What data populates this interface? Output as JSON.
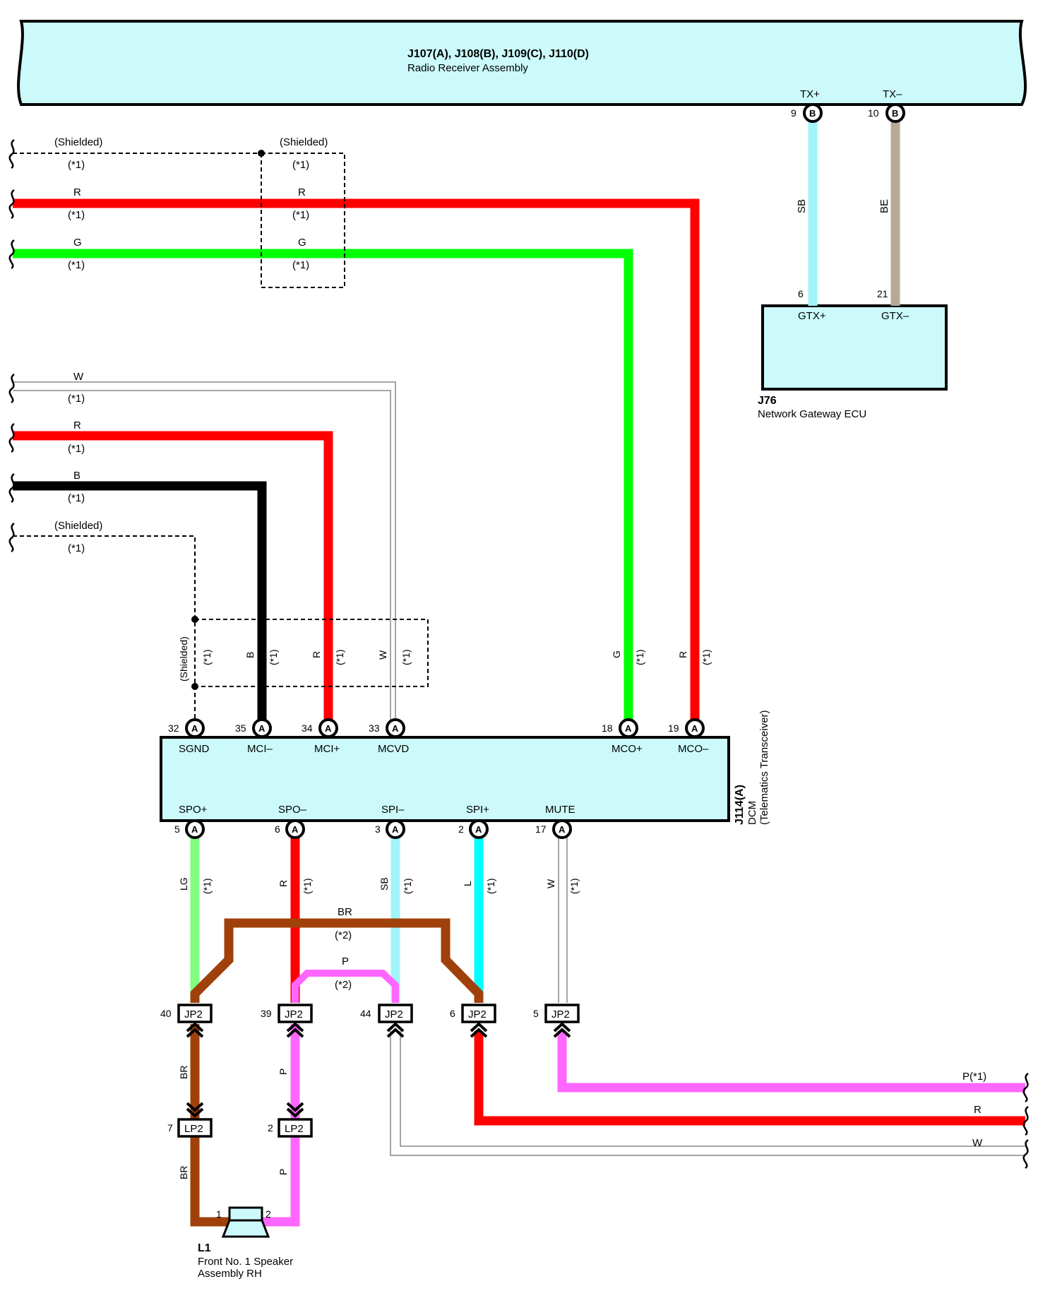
{
  "radio": {
    "id": "J107(A), J108(B), J109(C), J110(D)",
    "name": "Radio Receiver Assembly"
  },
  "radio_pins": [
    {
      "num": "9",
      "conn": "B",
      "label": "TX+"
    },
    {
      "num": "10",
      "conn": "B",
      "label": "TX–"
    }
  ],
  "gateway": {
    "id": "J76",
    "name": "Network Gateway ECU",
    "pin1_num": "6",
    "pin1_label": "GTX+",
    "pin2_num": "21",
    "pin2_label": "GTX–"
  },
  "gateway_wires": [
    "SB",
    "BE"
  ],
  "dcm": {
    "id": "J114(A)",
    "name": "DCM",
    "sub": "(Telematics Transceiver)"
  },
  "dcm_top_pins": [
    {
      "num": "32",
      "conn": "A",
      "label": "SGND"
    },
    {
      "num": "35",
      "conn": "A",
      "label": "MCI–"
    },
    {
      "num": "34",
      "conn": "A",
      "label": "MCI+"
    },
    {
      "num": "33",
      "conn": "A",
      "label": "MCVD"
    },
    {
      "num": "18",
      "conn": "A",
      "label": "MCO+"
    },
    {
      "num": "19",
      "conn": "A",
      "label": "MCO–"
    }
  ],
  "dcm_bottom_pins": [
    {
      "num": "5",
      "conn": "A",
      "label": "SPO+"
    },
    {
      "num": "6",
      "conn": "A",
      "label": "SPO–"
    },
    {
      "num": "3",
      "conn": "A",
      "label": "SPI–"
    },
    {
      "num": "2",
      "conn": "A",
      "label": "SPI+"
    },
    {
      "num": "17",
      "conn": "A",
      "label": "MUTE"
    }
  ],
  "left_wires": [
    {
      "color_code": "(Shielded)",
      "note": "(*1)"
    },
    {
      "color_code": "R",
      "note": "(*1)"
    },
    {
      "color_code": "G",
      "note": "(*1)"
    },
    {
      "color_code": "W",
      "note": "(*1)"
    },
    {
      "color_code": "R",
      "note": "(*1)"
    },
    {
      "color_code": "B",
      "note": "(*1)"
    },
    {
      "color_code": "(Shielded)",
      "note": "(*1)"
    }
  ],
  "shield_box1": [
    {
      "color_code": "(Shielded)",
      "note": "(*1)"
    },
    {
      "color_code": "R",
      "note": "(*1)"
    },
    {
      "color_code": "G",
      "note": "(*1)"
    }
  ],
  "vertical_labels_top": [
    {
      "code": "(Shielded)",
      "note": "(*1)"
    },
    {
      "code": "B",
      "note": "(*1)"
    },
    {
      "code": "R",
      "note": "(*1)"
    },
    {
      "code": "W",
      "note": "(*1)"
    },
    {
      "code": "G",
      "note": "(*1)"
    },
    {
      "code": "R",
      "note": "(*1)"
    }
  ],
  "vertical_labels_bottom": [
    {
      "code": "LG",
      "note": "(*1)"
    },
    {
      "code": "R",
      "note": "(*1)"
    },
    {
      "code": "SB",
      "note": "(*1)"
    },
    {
      "code": "L",
      "note": "(*1)"
    },
    {
      "code": "W",
      "note": "(*1)"
    }
  ],
  "cross_wires": [
    {
      "code": "BR",
      "note": "(*2)"
    },
    {
      "code": "P",
      "note": "(*2)"
    }
  ],
  "jp2": [
    {
      "num": "40",
      "label": "JP2"
    },
    {
      "num": "39",
      "label": "JP2"
    },
    {
      "num": "44",
      "label": "JP2"
    },
    {
      "num": "6",
      "label": "JP2"
    },
    {
      "num": "5",
      "label": "JP2"
    }
  ],
  "lp2": [
    {
      "num": "7",
      "label": "LP2"
    },
    {
      "num": "2",
      "label": "LP2"
    }
  ],
  "lower_wire_labels": [
    "BR",
    "P",
    "BR",
    "P"
  ],
  "speaker": {
    "id": "L1",
    "name_line1": "Front No. 1 Speaker",
    "name_line2": "Assembly RH",
    "pin1": "1",
    "pin2": "2"
  },
  "right_wires": [
    "P(*1)",
    "R",
    "W"
  ],
  "colors": {
    "red": "#ff0000",
    "green": "#00ff00",
    "black": "#000000",
    "light_blue": "#a0f4fa",
    "beige": "#b8a898",
    "light_green": "#80ff80",
    "cyan": "#00ffff",
    "pink": "#ff66ff",
    "brown": "#a0400a",
    "box_fill": "#ccfafa"
  }
}
